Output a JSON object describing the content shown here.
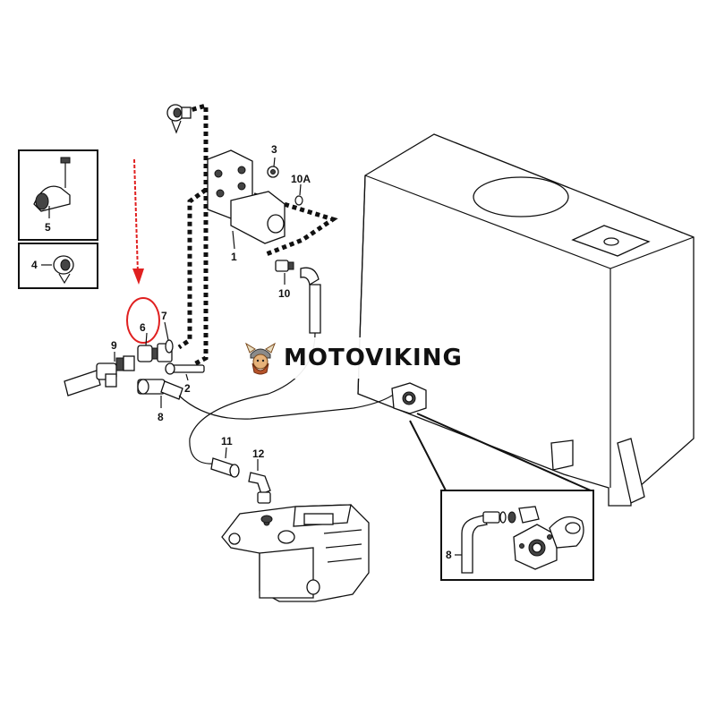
{
  "watermark": {
    "text": "MOTOVIKING"
  },
  "labels": {
    "l1": "1",
    "l2": "2",
    "l3": "3",
    "l4": "4",
    "l5": "5",
    "l6": "6",
    "l7": "7",
    "l8": "8",
    "l8b": "8",
    "l9": "9",
    "l10": "10",
    "l10a": "10A",
    "l11": "11",
    "l12": "12"
  },
  "colors": {
    "highlight": "#e02020",
    "line": "#111111"
  }
}
